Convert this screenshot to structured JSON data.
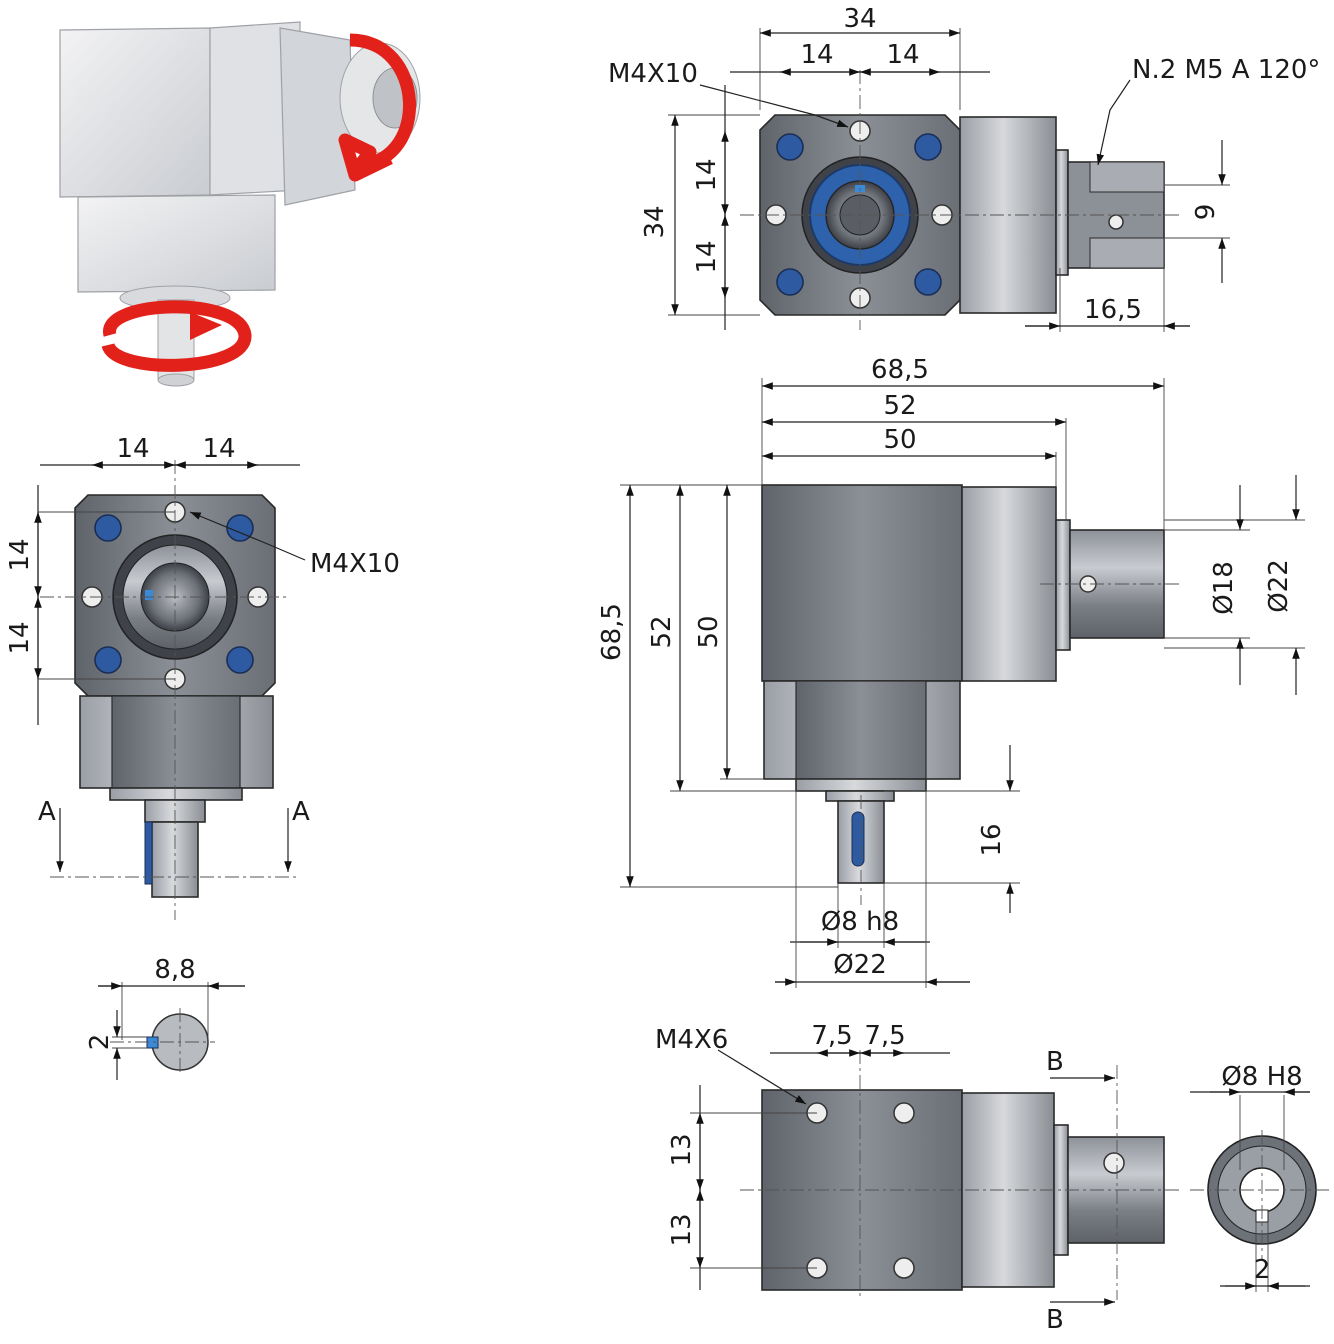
{
  "colors": {
    "metal_dark": "#6f737a",
    "metal_light": "#c9ccd1",
    "screw_blue": "#2d5aa0",
    "arrow_red": "#e3211b"
  },
  "labels": {
    "top": {
      "width_34": "34",
      "half_left_14": "14",
      "half_right_14": "14",
      "thread_m4x10": "M4X10",
      "holes_note": "N.2 M5 A 120°",
      "height_34": "34",
      "upper_14": "14",
      "lower_14": "14",
      "bore_9": "9",
      "shaft_16_5": "16,5"
    },
    "left": {
      "left_14": "14",
      "right_14": "14",
      "upper_14": "14",
      "lower_14": "14",
      "thread_m4x10": "M4X10",
      "section_a_left": "A",
      "section_a_right": "A"
    },
    "key": {
      "width_8_8": "8,8",
      "key_2": "2"
    },
    "side": {
      "len_68_5": "68,5",
      "len_52": "52",
      "len_50": "50",
      "h_68_5": "68,5",
      "h_52": "52",
      "h_50": "50",
      "dia_18": "Ø18",
      "dia_22_hub": "Ø22",
      "shaft_16": "16",
      "dia_8_h8": "Ø8 h8",
      "dia_22_base": "Ø22"
    },
    "bottom": {
      "thread_m4x6": "M4X6",
      "left_7_5": "7,5",
      "right_7_5": "7,5",
      "upper_13": "13",
      "lower_13": "13",
      "section_b_top": "B",
      "section_b_bottom": "B",
      "dia_8_H8": "Ø8 H8",
      "keyway_2": "2"
    }
  }
}
